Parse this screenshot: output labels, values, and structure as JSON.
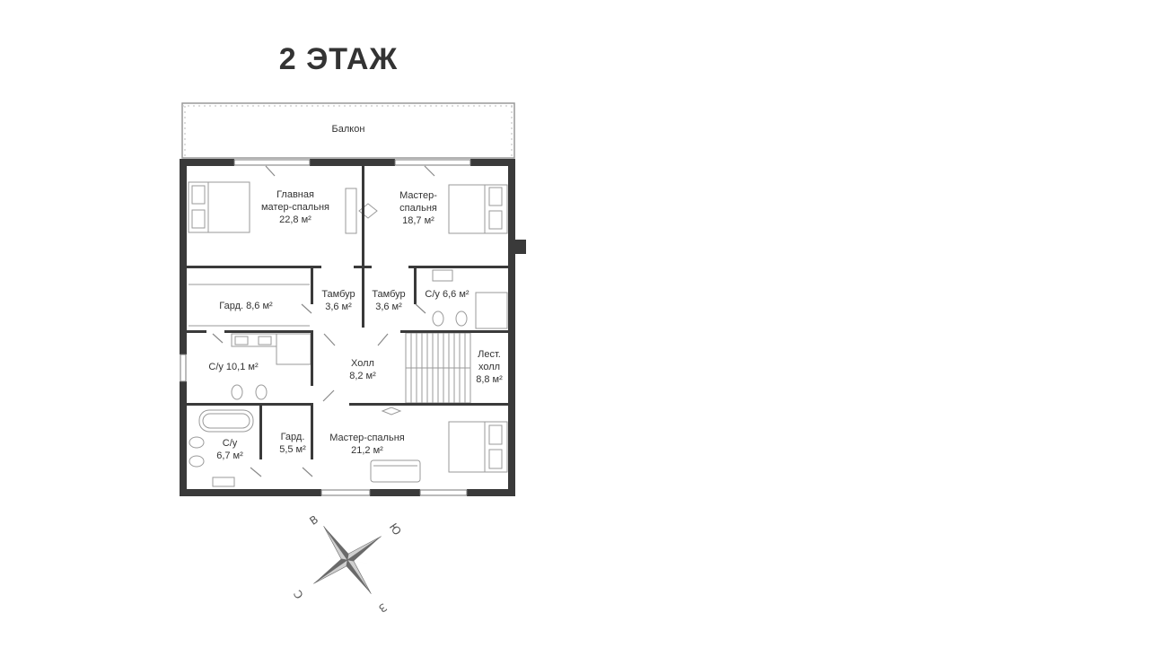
{
  "title": "2 ЭТАЖ",
  "rooms": {
    "balcony": {
      "lines": [
        "Балкон"
      ]
    },
    "main_bedroom": {
      "lines": [
        "Главная",
        "матер-спальня",
        "22,8 м²"
      ]
    },
    "master_bedroom_1": {
      "lines": [
        "Мастер-",
        "спальня",
        "18,7 м²"
      ]
    },
    "wardrobe_1": {
      "lines": [
        "Гард. 8,6 м²"
      ]
    },
    "vestibule_1": {
      "lines": [
        "Тамбур",
        "3,6 м²"
      ]
    },
    "vestibule_2": {
      "lines": [
        "Тамбур",
        "3,6 м²"
      ]
    },
    "bathroom_1": {
      "lines": [
        "С/у 6,6 м²"
      ]
    },
    "bathroom_2": {
      "lines": [
        "С/у 10,1 м²"
      ]
    },
    "hall": {
      "lines": [
        "Холл",
        "8,2 м²"
      ]
    },
    "stair_hall": {
      "lines": [
        "Лест.",
        "холл",
        "8,8 м²"
      ]
    },
    "bathroom_3": {
      "lines": [
        "С/у",
        "6,7 м²"
      ]
    },
    "wardrobe_2": {
      "lines": [
        "Гард.",
        "5,5 м²"
      ]
    },
    "master_bedroom_2": {
      "lines": [
        "Мастер-спальня",
        "21,2 м²"
      ]
    }
  },
  "compass": {
    "letters": [
      "В",
      "Ю",
      "З",
      "С"
    ]
  },
  "colors": {
    "wall": "#3a3a3a",
    "text": "#333333",
    "furniture": "#9a9a9a",
    "title": "#333333"
  }
}
